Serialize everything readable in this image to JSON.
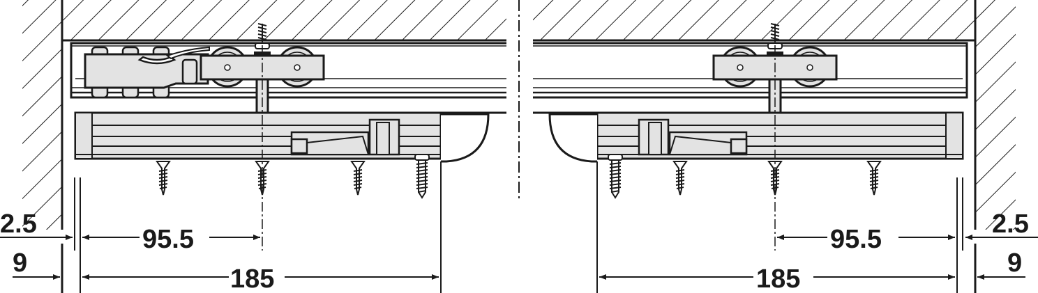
{
  "diagram": {
    "type": "technical-drawing",
    "subject": "sliding door top track with roller carriages and soft-close dampers",
    "views": [
      {
        "name": "left-end",
        "dimensions": {
          "wall_gap": "2.5",
          "wall_offset": "9",
          "carriage_axis": "95.5",
          "damper_length": "185"
        }
      },
      {
        "name": "right-end",
        "dimensions": {
          "wall_gap": "2.5",
          "wall_offset": "9",
          "carriage_axis": "95.5",
          "damper_length": "185"
        }
      }
    ],
    "colors": {
      "line": "#1a1a1a",
      "part_fill": "#e3e3e3",
      "background": "#ffffff"
    }
  }
}
